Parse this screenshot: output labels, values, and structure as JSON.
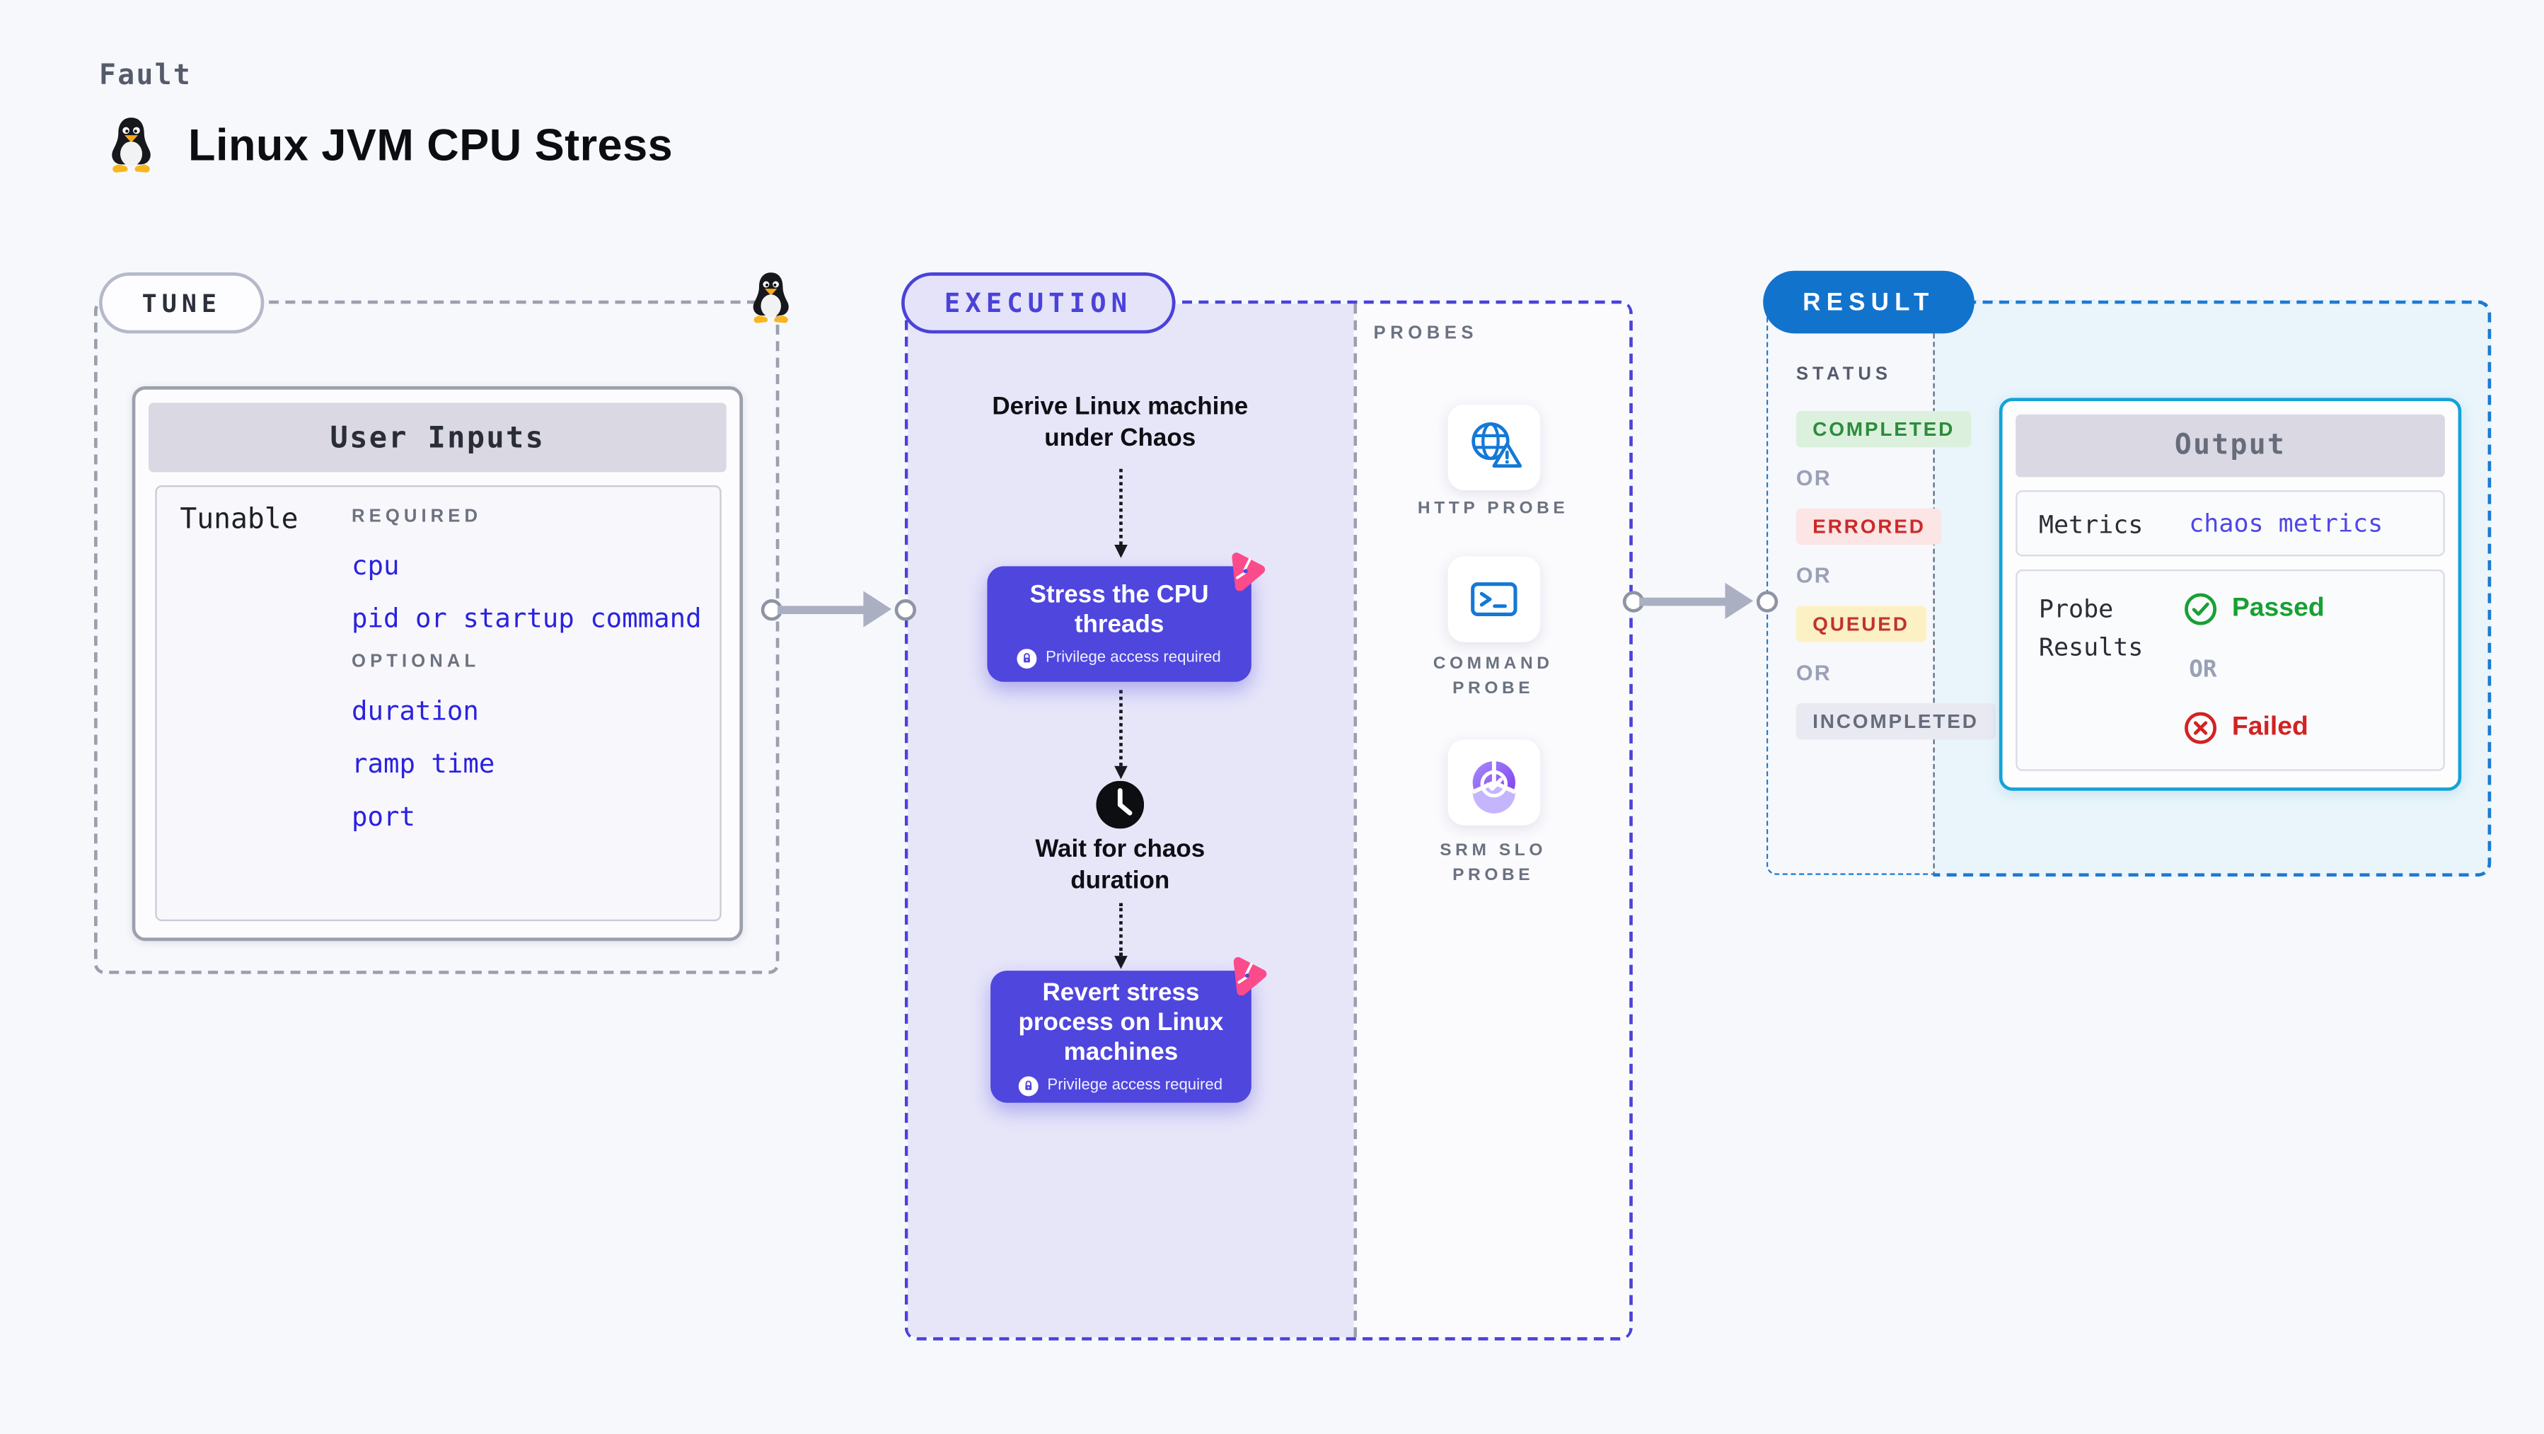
{
  "header": {
    "kicker": "Fault",
    "title": "Linux JVM CPU Stress"
  },
  "tune": {
    "badge": "TUNE",
    "table_title": "User Inputs",
    "row_label": "Tunable",
    "required_label": "REQUIRED",
    "required_items": [
      "cpu",
      "pid or startup command"
    ],
    "optional_label": "OPTIONAL",
    "optional_items": [
      "duration",
      "ramp time",
      "port"
    ]
  },
  "execution": {
    "badge": "EXECUTION",
    "step1": "Derive Linux machine under Chaos",
    "node1": "Stress the CPU threads",
    "privilege_label": "Privilege access required",
    "wait": "Wait for chaos duration",
    "node2": "Revert stress process on Linux machines"
  },
  "probes": {
    "label": "PROBES",
    "items": [
      {
        "name": "HTTP PROBE",
        "icon": "globe-alert-icon"
      },
      {
        "name": "COMMAND PROBE",
        "icon": "terminal-icon"
      },
      {
        "name": "SRM SLO PROBE",
        "icon": "slo-pie-icon"
      }
    ]
  },
  "result": {
    "badge": "RESULT",
    "status_label": "STATUS",
    "or_label": "OR",
    "statuses": [
      {
        "label": "COMPLETED",
        "type": "success"
      },
      {
        "label": "ERRORED",
        "type": "error"
      },
      {
        "label": "QUEUED",
        "type": "warning"
      },
      {
        "label": "INCOMPLETED",
        "type": "neutral"
      }
    ],
    "output": {
      "title": "Output",
      "metrics_label": "Metrics",
      "metrics_value": "chaos metrics",
      "probe_results_label": "Probe Results",
      "passed": "Passed",
      "or_label": "OR",
      "failed": "Failed"
    }
  },
  "colors": {
    "page_bg": "#f7f8fc",
    "accent_indigo": "#4b42d9",
    "node_purple": "#4f46dd",
    "chaos_pink": "#fb4b8b",
    "result_blue": "#1273cd",
    "output_border_teal": "#14a3d7",
    "success_green": "#18a033",
    "fail_red": "#d32222",
    "link_blue": "#2b22df",
    "lavender_fill": "#e7e6f9",
    "light_blue_fill": "#e9f5fb",
    "header_band": "#d9d8e3"
  }
}
